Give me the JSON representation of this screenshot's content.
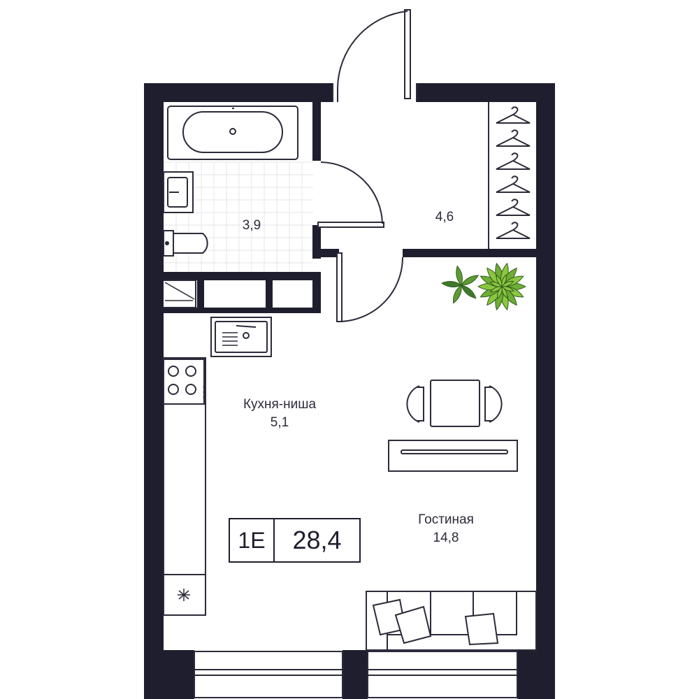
{
  "apartment": {
    "code": "1E",
    "total_area": "28,4"
  },
  "rooms": {
    "bathroom": {
      "area": "3,9"
    },
    "hall": {
      "area": "4,6"
    },
    "kitchen": {
      "name": "Кухня-ниша",
      "area": "5,1"
    },
    "living": {
      "name": "Гостиная",
      "area": "14,8"
    }
  },
  "colors": {
    "wall": "#1f1e2e",
    "line": "#2b2b3a",
    "tile": "#e4e4e8",
    "plant_dark": "#3f7a2a",
    "plant_light": "#8cc63f"
  },
  "icons": [
    "bathtub-icon",
    "sink-icon",
    "toilet-icon",
    "hanger-icon",
    "plant-icon",
    "kitchen-sink-icon",
    "stove-icon",
    "fridge-icon",
    "dining-table-icon",
    "tv-console-icon",
    "sofa-icon",
    "door-icon",
    "window-icon"
  ]
}
